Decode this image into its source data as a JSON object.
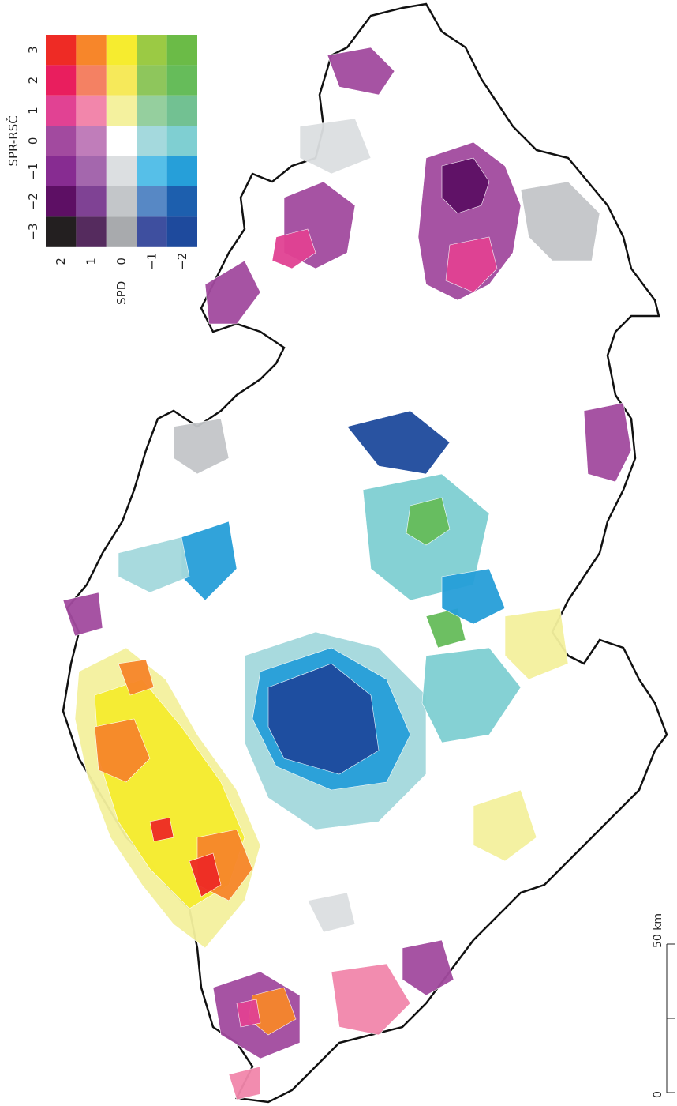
{
  "legend": {
    "y_title": "SPR-RSČ",
    "x_title": "SPD",
    "y_ticks": [
      "3",
      "2",
      "1",
      "0",
      "−1",
      "−2",
      "−3"
    ],
    "x_ticks": [
      "2",
      "1",
      "0",
      "−1",
      "−2"
    ],
    "grid_colors": [
      [
        "#ee2b25",
        "#f7862a",
        "#f6ec2f",
        "#9bca44",
        "#6bbb47"
      ],
      [
        "#e91e5e",
        "#f48163",
        "#f6e95a",
        "#8ec65c",
        "#66bc5a"
      ],
      [
        "#e14293",
        "#f286ab",
        "#f4f19e",
        "#95cf9e",
        "#72c192"
      ],
      [
        "#a24a9f",
        "#c07dba",
        "#ffffff",
        "#a4d9dd",
        "#7fcfd2"
      ],
      [
        "#872c91",
        "#a467ad",
        "#dcdfe1",
        "#56bfe8",
        "#269fd9"
      ],
      [
        "#5d0f64",
        "#7f4294",
        "#c3c6c9",
        "#5788c5",
        "#1d5fae"
      ],
      [
        "#231f20",
        "#552b5e",
        "#a8aaad",
        "#3e4f9f",
        "#1e4a9d"
      ]
    ]
  },
  "scale_bar": {
    "start_label": "0",
    "end_label": "50 km"
  },
  "map": {
    "region_colors": {
      "purple": "#a24a9f",
      "dark_purple": "#5d0f64",
      "magenta": "#e14293",
      "gray": "#c3c6c9",
      "light_gray": "#dcdfe1",
      "dark_blue": "#1e4a9d",
      "blue": "#269fd9",
      "light_cyan": "#a4d9dd",
      "cyan": "#7fcfd2",
      "green": "#66bc5a",
      "yellow": "#f6ec2f",
      "pale_yellow": "#f4f19e",
      "orange": "#f7862a",
      "red": "#ee2b25",
      "pink": "#f286ab"
    }
  }
}
